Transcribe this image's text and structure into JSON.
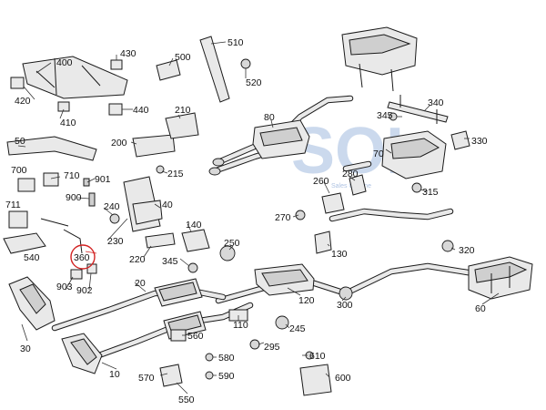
{
  "watermark": {
    "logo_text": "SOL",
    "subtitle": "Sales On Line"
  },
  "colors": {
    "highlight": "#d22222",
    "line": "#1a1a1a",
    "part_fill": "#e9e9e9",
    "watermark": "#4678be"
  },
  "highlighted_part": "360",
  "parts": [
    {
      "id": "p10",
      "number": "10"
    },
    {
      "id": "p20",
      "number": "20"
    },
    {
      "id": "p30",
      "number": "30"
    },
    {
      "id": "p40",
      "number": "40"
    },
    {
      "id": "p50",
      "number": "50"
    },
    {
      "id": "p60",
      "number": "60"
    },
    {
      "id": "p70",
      "number": "70"
    },
    {
      "id": "p80",
      "number": "80"
    },
    {
      "id": "p110",
      "number": "110"
    },
    {
      "id": "p120",
      "number": "120"
    },
    {
      "id": "p130",
      "number": "130"
    },
    {
      "id": "p140",
      "number": "140"
    },
    {
      "id": "p200",
      "number": "200"
    },
    {
      "id": "p210",
      "number": "210"
    },
    {
      "id": "p215",
      "number": "215"
    },
    {
      "id": "p220",
      "number": "220"
    },
    {
      "id": "p230",
      "number": "230"
    },
    {
      "id": "p240",
      "number": "240"
    },
    {
      "id": "p245",
      "number": "245"
    },
    {
      "id": "p250",
      "number": "250"
    },
    {
      "id": "p260",
      "number": "260"
    },
    {
      "id": "p270",
      "number": "270"
    },
    {
      "id": "p280",
      "number": "280"
    },
    {
      "id": "p295",
      "number": "295"
    },
    {
      "id": "p300",
      "number": "300"
    },
    {
      "id": "p315",
      "number": "315"
    },
    {
      "id": "p320",
      "number": "320"
    },
    {
      "id": "p330",
      "number": "330"
    },
    {
      "id": "p340",
      "number": "340"
    },
    {
      "id": "p345a",
      "number": "345"
    },
    {
      "id": "p345b",
      "number": "345"
    },
    {
      "id": "p360",
      "number": "360"
    },
    {
      "id": "p400",
      "number": "400"
    },
    {
      "id": "p410",
      "number": "410"
    },
    {
      "id": "p420",
      "number": "420"
    },
    {
      "id": "p430",
      "number": "430"
    },
    {
      "id": "p440",
      "number": "440"
    },
    {
      "id": "p500",
      "number": "500"
    },
    {
      "id": "p510",
      "number": "510"
    },
    {
      "id": "p520",
      "number": "520"
    },
    {
      "id": "p540",
      "number": "540"
    },
    {
      "id": "p550",
      "number": "550"
    },
    {
      "id": "p560",
      "number": "560"
    },
    {
      "id": "p570",
      "number": "570"
    },
    {
      "id": "p580",
      "number": "580"
    },
    {
      "id": "p590",
      "number": "590"
    },
    {
      "id": "p600",
      "number": "600"
    },
    {
      "id": "p610",
      "number": "610"
    },
    {
      "id": "p700",
      "number": "700"
    },
    {
      "id": "p710",
      "number": "710"
    },
    {
      "id": "p711",
      "number": "711"
    },
    {
      "id": "p900",
      "number": "900"
    },
    {
      "id": "p901",
      "number": "901"
    },
    {
      "id": "p902",
      "number": "902"
    },
    {
      "id": "p903",
      "number": "903"
    }
  ]
}
